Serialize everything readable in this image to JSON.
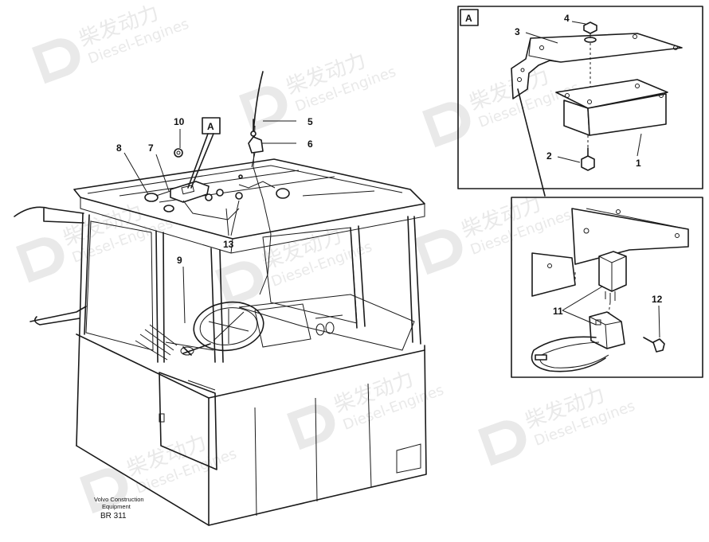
{
  "watermark": {
    "brand_cn": "柴发动力",
    "brand_en": "Diesel-Engines"
  },
  "callout": {
    "main_label": "A",
    "detail_label": "A"
  },
  "part_numbers": {
    "p1": "1",
    "p2": "2",
    "p3": "3",
    "p4": "4",
    "p5": "5",
    "p6": "6",
    "p7": "7",
    "p8": "8",
    "p9": "9",
    "p10": "10",
    "p11": "11",
    "p12": "12",
    "p13": "13"
  },
  "caption": {
    "company": "Volvo Construction",
    "division": "Equipment",
    "code": "BR 311"
  }
}
